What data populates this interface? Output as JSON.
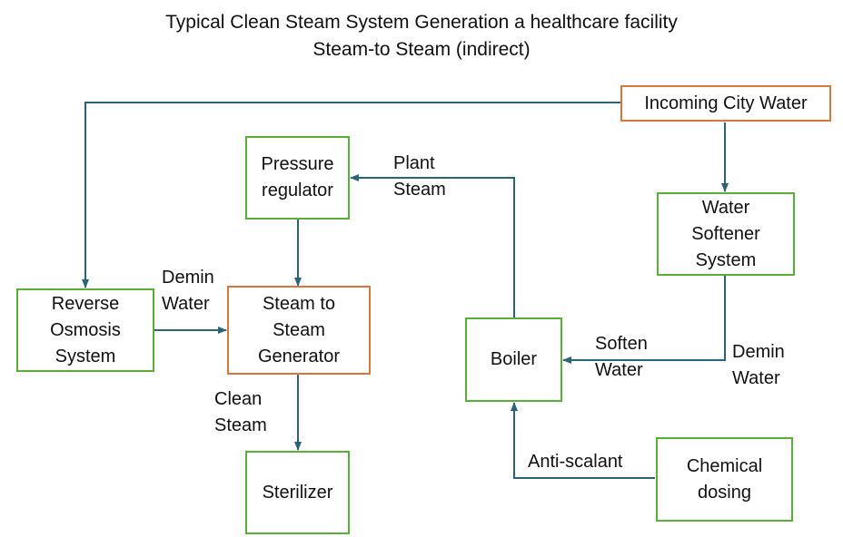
{
  "title": {
    "line1": "Typical Clean Steam System Generation a healthcare facility",
    "line2": "Steam-to Steam (indirect)"
  },
  "nodes": {
    "city_water": [
      "Incoming City Water"
    ],
    "pressure_regulator": [
      "Pressure",
      "regulator"
    ],
    "water_softener": [
      "Water",
      "Softener",
      "System"
    ],
    "reverse_osmosis": [
      "Reverse",
      "Osmosis",
      "System"
    ],
    "steam_generator": [
      "Steam to",
      "Steam",
      "Generator"
    ],
    "boiler": [
      "Boiler"
    ],
    "sterilizer": [
      "Sterilizer"
    ],
    "chemical_dosing": [
      "Chemical",
      "dosing"
    ]
  },
  "edge_labels": {
    "plant_steam": [
      "Plant",
      "Steam"
    ],
    "demin_water_left": [
      "Demin",
      "Water"
    ],
    "soften_water": [
      "Soften",
      "Water"
    ],
    "demin_water_right": [
      "Demin",
      "Water"
    ],
    "clean_steam": [
      "Clean",
      "Steam"
    ],
    "anti_scalant": [
      "Anti-scalant"
    ]
  },
  "colors": {
    "process_box_border": "#5aae3a",
    "key_box_border": "#d9773b",
    "arrow": "#2a6478"
  }
}
